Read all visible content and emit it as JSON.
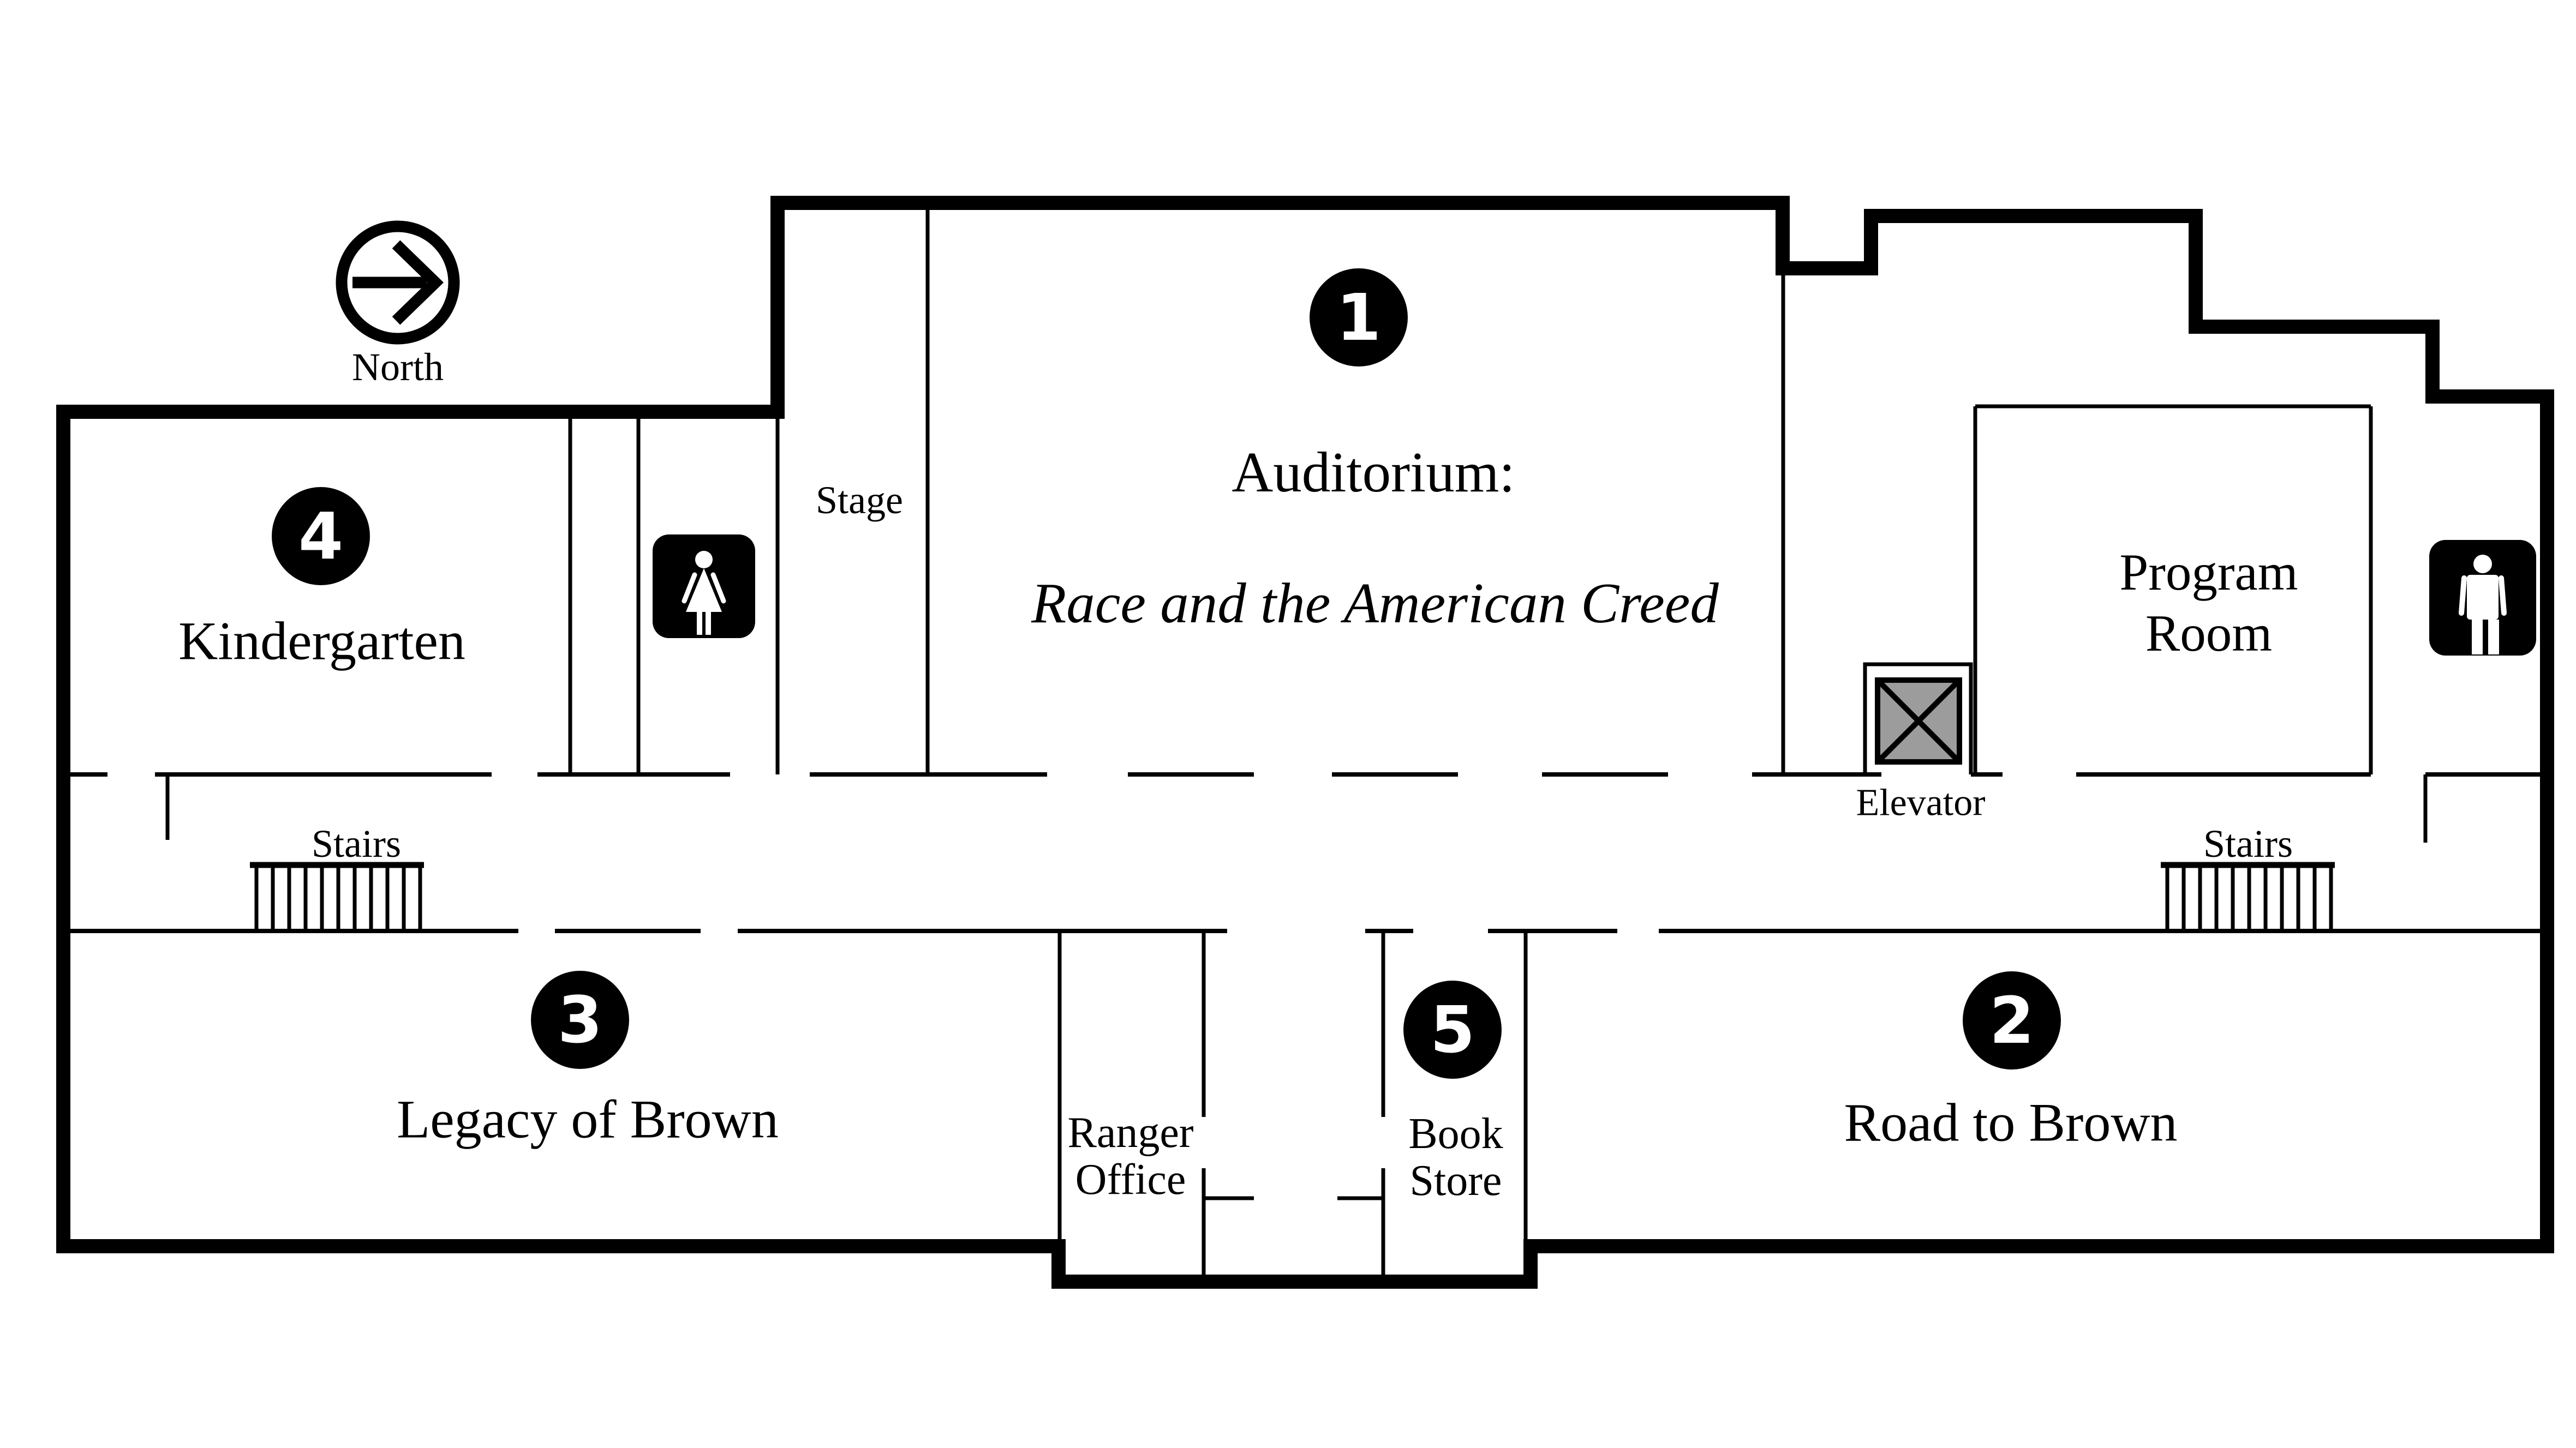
{
  "compass": {
    "label": "North"
  },
  "rooms": [
    {
      "number": "1",
      "title": "Auditorium:",
      "subtitle": "Race and the American Creed"
    },
    {
      "number": "2",
      "title": "Road to Brown"
    },
    {
      "number": "3",
      "title": "Legacy of Brown"
    },
    {
      "number": "4",
      "title": "Kindergarten"
    },
    {
      "number": "5",
      "lines": [
        "Book",
        "Store"
      ]
    }
  ],
  "labels": {
    "stage": "Stage",
    "elevator": "Elevator",
    "stairs_left": "Stairs",
    "stairs_right": "Stairs",
    "ranger_office": [
      "Ranger",
      "Office"
    ],
    "program_room": [
      "Program",
      "Room"
    ]
  },
  "icons": {
    "north_arrow": "north-arrow-icon",
    "women_restroom": "women-restroom-icon",
    "men_restroom": "men-restroom-icon",
    "elevator_shaft": "elevator-shaft-icon",
    "stairs_left": "stairs-icon",
    "stairs_right": "stairs-icon"
  },
  "colors": {
    "background": "#ffffff",
    "wall": "#000000",
    "text": "#000000",
    "badge_background": "#000000",
    "badge_number": "#ffffff",
    "elevator_fill": "#9c9c9c"
  }
}
